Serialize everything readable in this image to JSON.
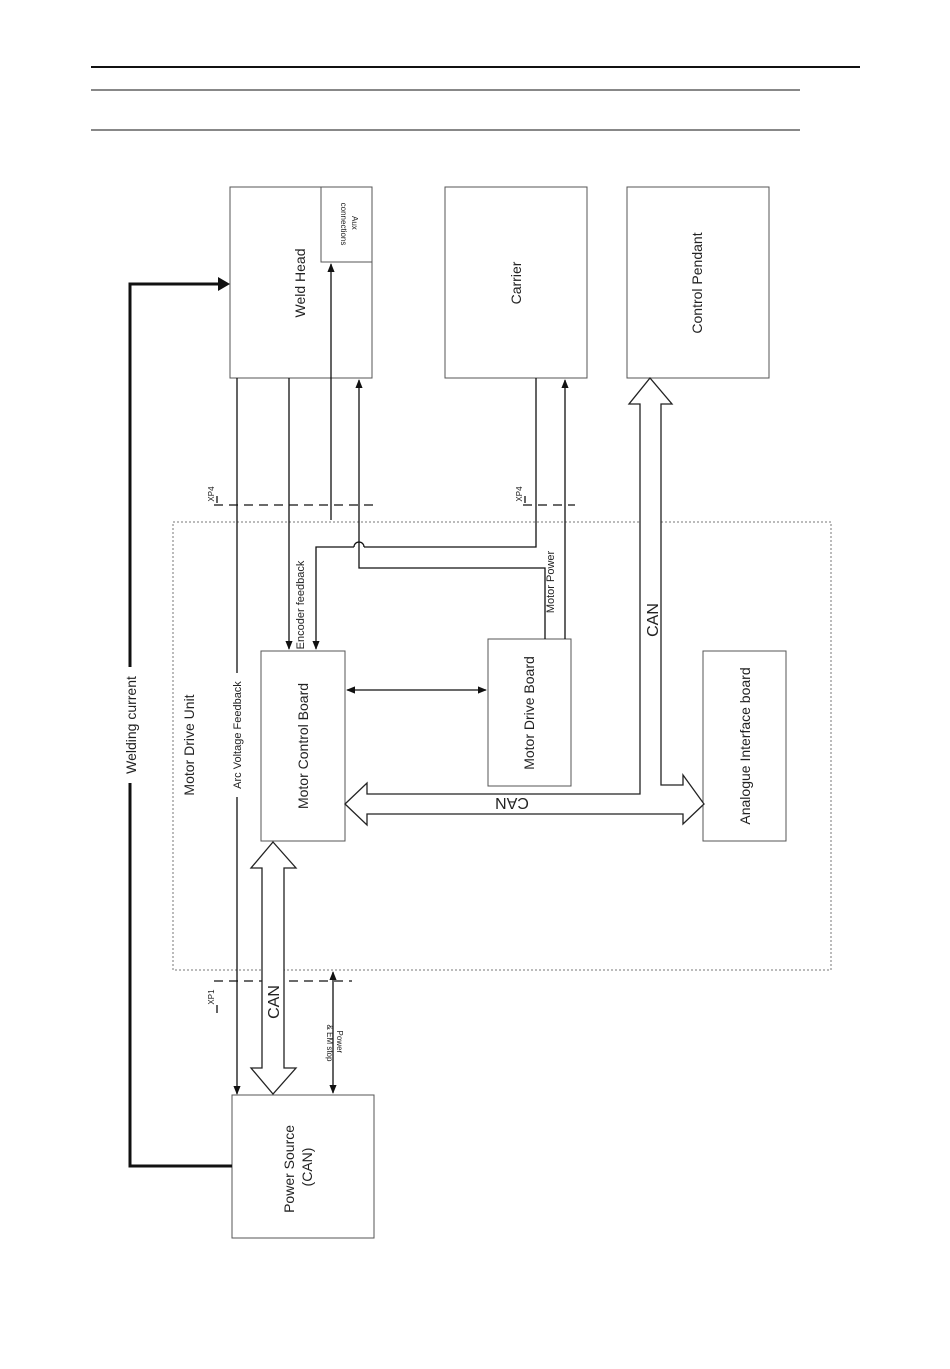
{
  "blocks": {
    "weld_head": "Weld Head",
    "aux_connections_line1": "Aux",
    "aux_connections_line2": "connections",
    "carrier": "Carrier",
    "control_pendant": "Control Pendant",
    "motor_control_board": "Motor Control Board",
    "motor_drive_board": "Motor Drive Board",
    "analogue_interface_board": "Analogue Interface board",
    "power_source_line1": "Power Source",
    "power_source_line2": "(CAN)",
    "motor_drive_unit": "Motor Drive Unit"
  },
  "signals": {
    "welding_current": "Welding current",
    "arc_voltage_feedback": "Arc Voltage Feedback",
    "encoder_feedback": "Encoder feedback",
    "motor_power": "Motor Power",
    "power_em_stop_line1": "Power",
    "power_em_stop_line2": "& EM stop",
    "can_pendant": "CAN",
    "can_internal": "CAN",
    "can_power_source": "CAN"
  },
  "connectors": {
    "xp4_left": "XP4",
    "xp4_right": "XP4",
    "xp1": "XP1"
  }
}
